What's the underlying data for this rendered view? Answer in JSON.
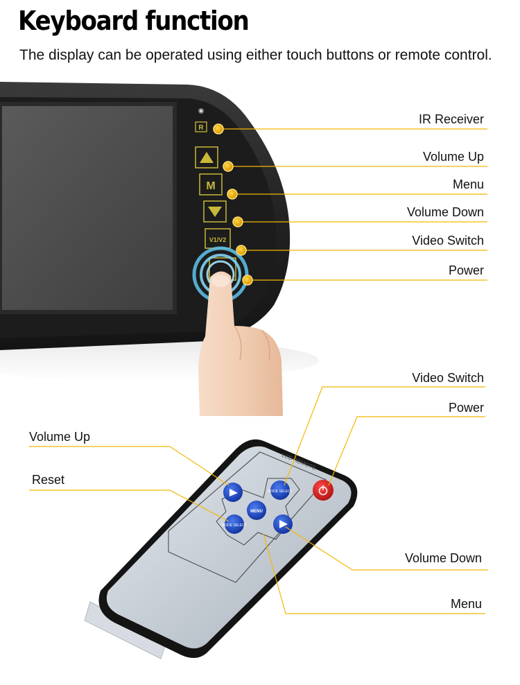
{
  "header": {
    "title": "Keyboard function",
    "subtitle": "The display can be operated using either touch buttons or remote control."
  },
  "monitor": {
    "ir_mark": "R",
    "menu_key": "M",
    "video_key": "V1/V2",
    "callouts": {
      "ir_receiver": "IR Receiver",
      "volume_up": "Volume Up",
      "menu": "Menu",
      "volume_down": "Volume Down",
      "video_switch": "Video Switch",
      "power": "Power"
    }
  },
  "remote": {
    "brand": "LCD REMOTE",
    "menu_key": "MENU",
    "mode_key": "MODE SELECT",
    "video_key": "MODE SELECT",
    "callouts": {
      "video_switch": "Video Switch",
      "power": "Power",
      "volume_up": "Volume Up",
      "reset": "Reset",
      "volume_down": "Volume Down",
      "menu": "Menu"
    }
  },
  "colors": {
    "accent_yellow": "#f2b705",
    "button_blue": "#1747c8",
    "power_red": "#e0201f",
    "touch_ring": "#5ec4ee"
  }
}
